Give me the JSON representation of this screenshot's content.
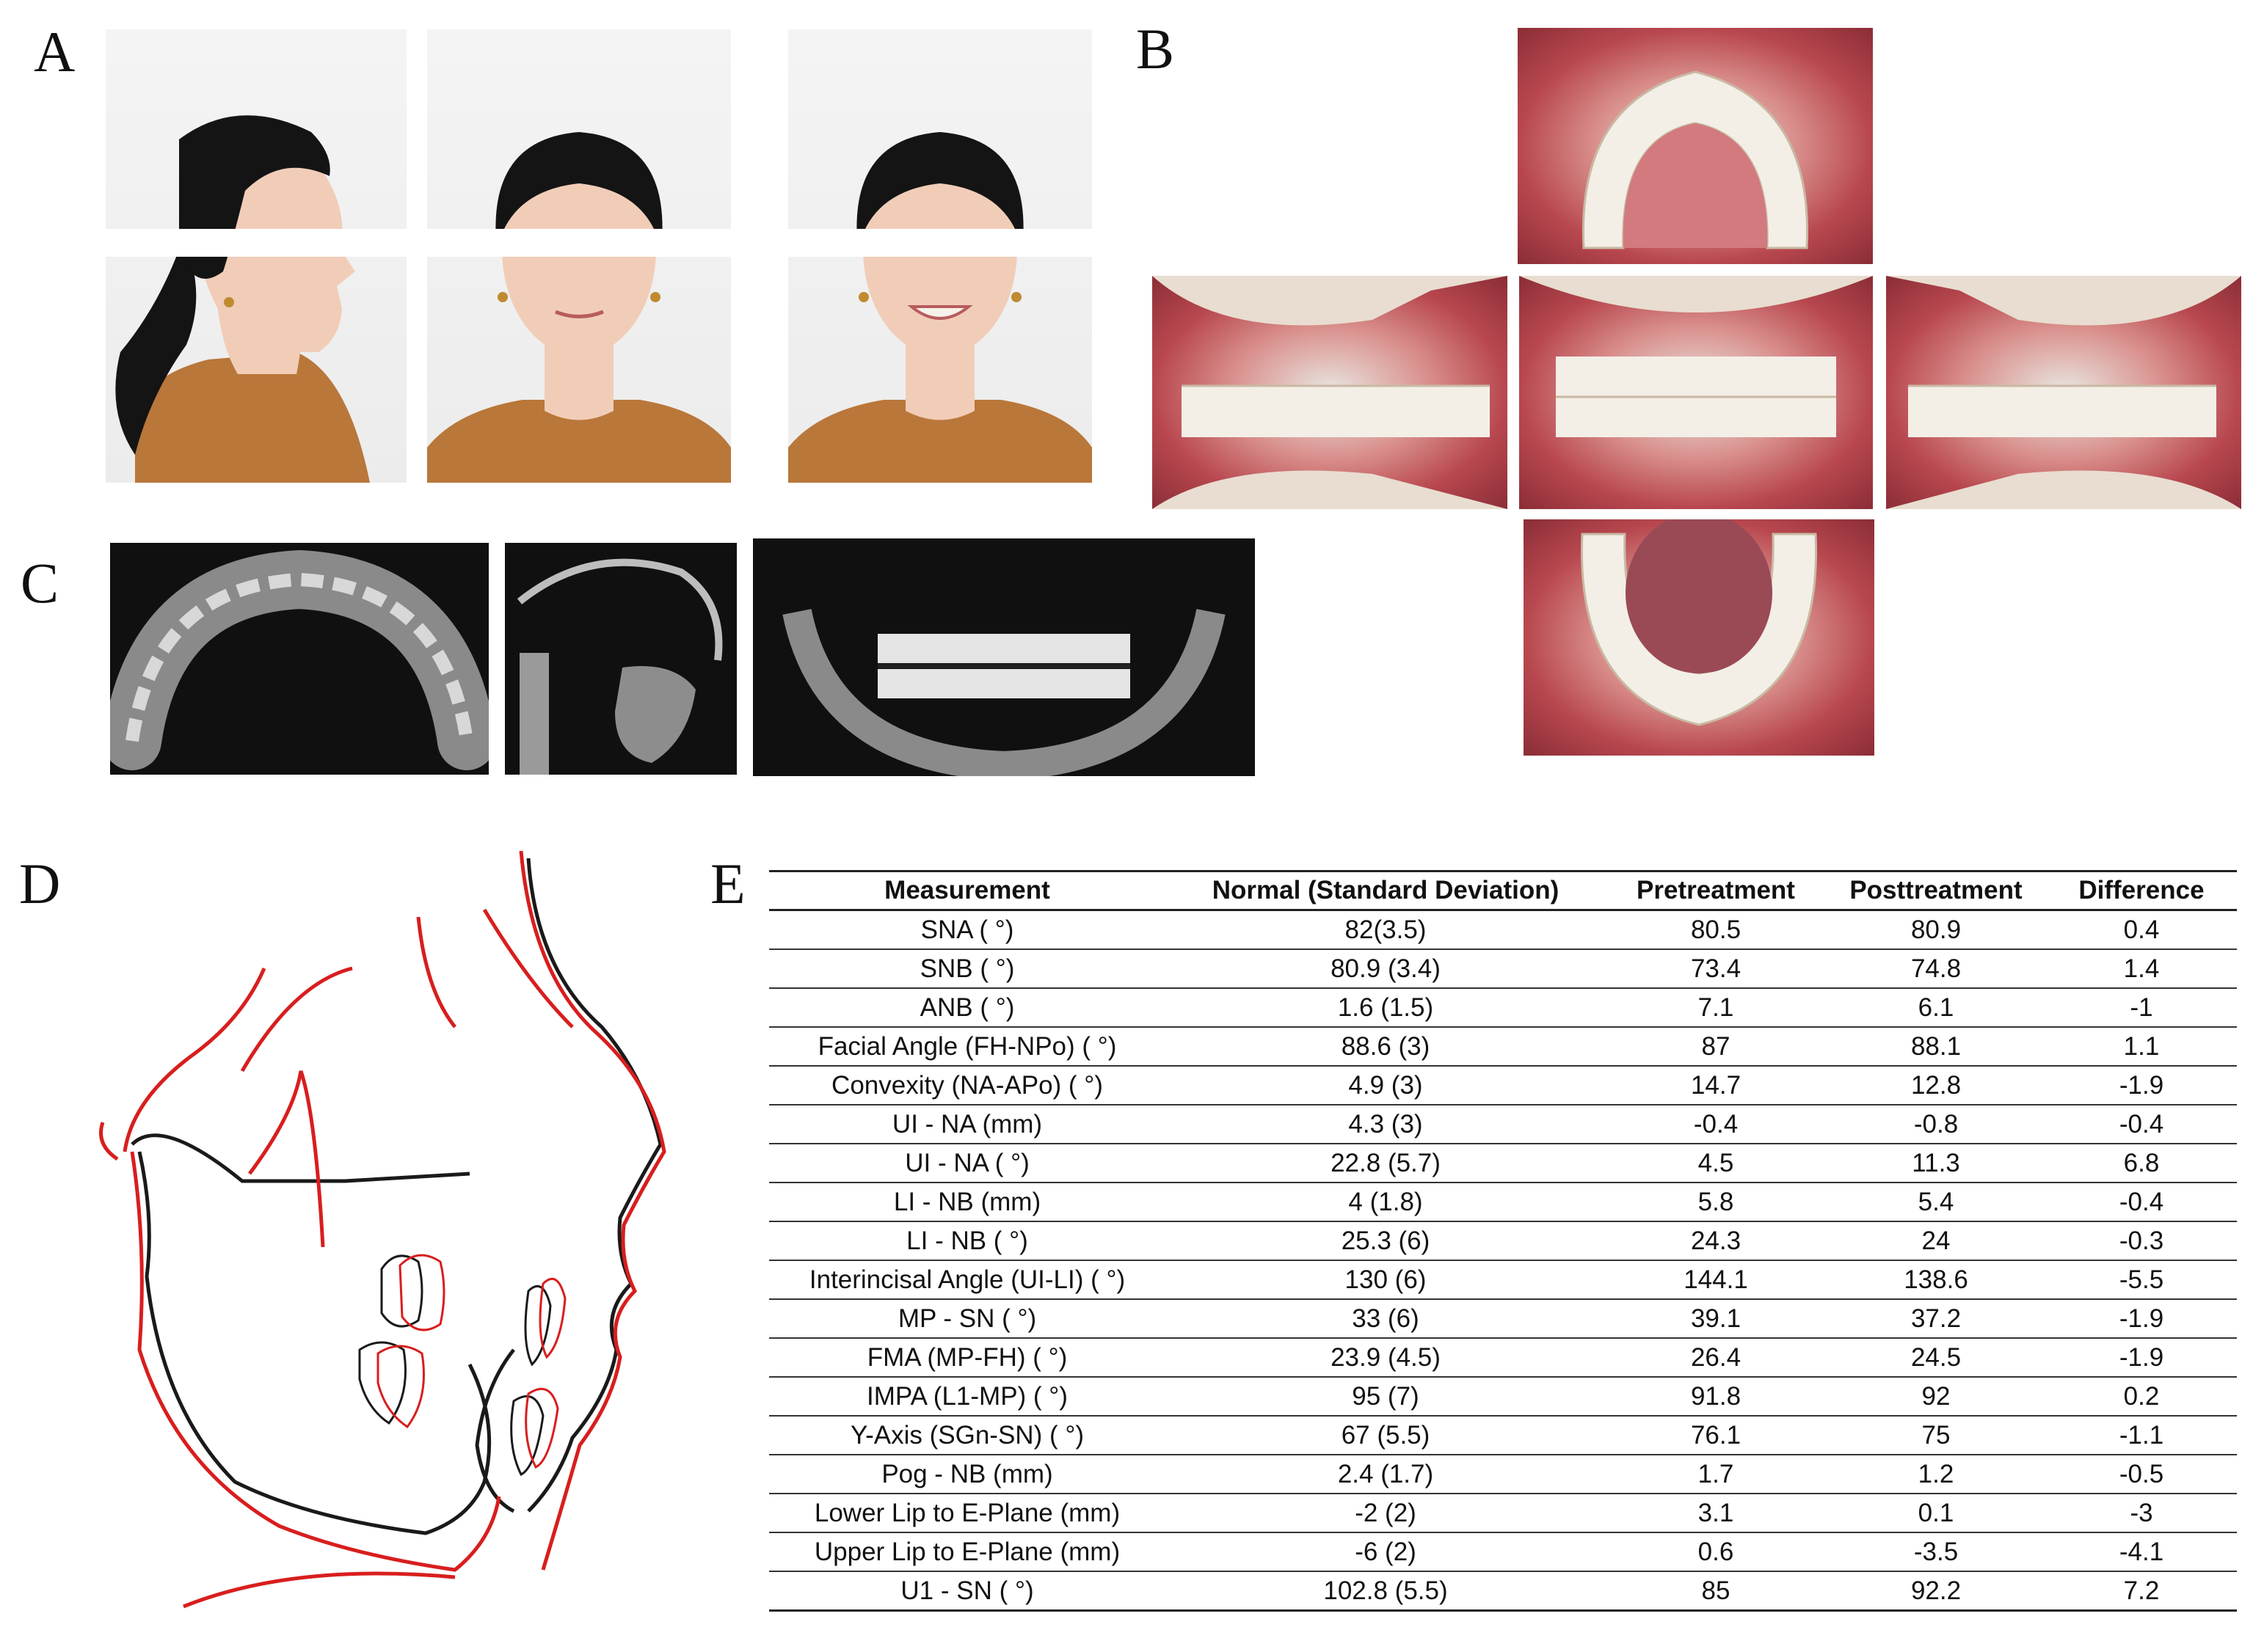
{
  "panels": {
    "a": "A",
    "b": "B",
    "c": "C",
    "d": "D",
    "e": "E"
  },
  "colors": {
    "pre_trace": "#1a1a1a",
    "post_trace": "#d81e1e",
    "skin": "#f1cdb8",
    "hair": "#141414",
    "shirt": "#b9773a",
    "gingiva": "#d9646c",
    "tooth": "#f3efe6"
  },
  "table": {
    "columns": [
      "Measurement",
      "Normal (Standard Deviation)",
      "Pretreatment",
      "Posttreatment",
      "Difference"
    ],
    "rows": [
      [
        "SNA ( °)",
        "82(3.5)",
        "80.5",
        "80.9",
        "0.4"
      ],
      [
        "SNB ( °)",
        "80.9 (3.4)",
        "73.4",
        "74.8",
        "1.4"
      ],
      [
        "ANB ( °)",
        "1.6 (1.5)",
        "7.1",
        "6.1",
        "-1"
      ],
      [
        "Facial Angle (FH-NPo) ( °)",
        "88.6 (3)",
        "87",
        "88.1",
        "1.1"
      ],
      [
        "Convexity (NA-APo) ( °)",
        "4.9 (3)",
        "14.7",
        "12.8",
        "-1.9"
      ],
      [
        "UI - NA (mm)",
        "4.3 (3)",
        "-0.4",
        "-0.8",
        "-0.4"
      ],
      [
        "UI - NA ( °)",
        "22.8 (5.7)",
        "4.5",
        "11.3",
        "6.8"
      ],
      [
        "LI - NB (mm)",
        "4 (1.8)",
        "5.8",
        "5.4",
        "-0.4"
      ],
      [
        "LI - NB ( °)",
        "25.3 (6)",
        "24.3",
        "24",
        "-0.3"
      ],
      [
        "Interincisal Angle (UI-LI) ( °)",
        "130 (6)",
        "144.1",
        "138.6",
        "-5.5"
      ],
      [
        "MP - SN ( °)",
        "33 (6)",
        "39.1",
        "37.2",
        "-1.9"
      ],
      [
        "FMA (MP-FH) ( °)",
        "23.9 (4.5)",
        "26.4",
        "24.5",
        "-1.9"
      ],
      [
        "IMPA (L1-MP) ( °)",
        "95 (7)",
        "91.8",
        "92",
        "0.2"
      ],
      [
        "Y-Axis (SGn-SN) ( °)",
        "67 (5.5)",
        "76.1",
        "75",
        "-1.1"
      ],
      [
        "Pog - NB (mm)",
        "2.4 (1.7)",
        "1.7",
        "1.2",
        "-0.5"
      ],
      [
        "Lower Lip to E-Plane (mm)",
        "-2 (2)",
        "3.1",
        "0.1",
        "-3"
      ],
      [
        "Upper Lip to E-Plane (mm)",
        "-6 (2)",
        "0.6",
        "-3.5",
        "-4.1"
      ],
      [
        "U1 - SN ( °)",
        "102.8 (5.5)",
        "85",
        "92.2",
        "7.2"
      ]
    ]
  }
}
